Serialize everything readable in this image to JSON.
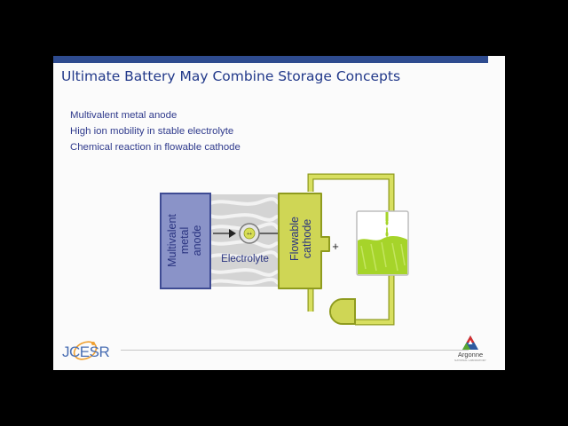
{
  "slide": {
    "title": "Ultimate Battery May Combine Storage Concepts",
    "bullets": [
      "Multivalent metal anode",
      "High ion mobility in stable electrolyte",
      "Chemical reaction in flowable cathode"
    ]
  },
  "diagram": {
    "anode_lines": [
      "Multivalent",
      "metal",
      "anode"
    ],
    "electrolyte_label": "Electrolyte",
    "ion_label": "++",
    "cathode_lines": [
      "Flowable",
      "cathode"
    ],
    "plus_sign": "+"
  },
  "footer": {
    "logo_left": "JCESR",
    "logo_right": "Argonne",
    "logo_right_sub": "NATIONAL LABORATORY"
  },
  "colors": {
    "anode_fill": "#8a93c8",
    "anode_stroke": "#3e4b93",
    "cathode_fill": "#cfd655",
    "cathode_stroke": "#8f9b1e",
    "title_blue": "#22398a",
    "liquid_green": "#a6d42a",
    "argonne_red": "#d42e2e",
    "argonne_green": "#58a630",
    "argonne_blue": "#2d5aa0"
  }
}
